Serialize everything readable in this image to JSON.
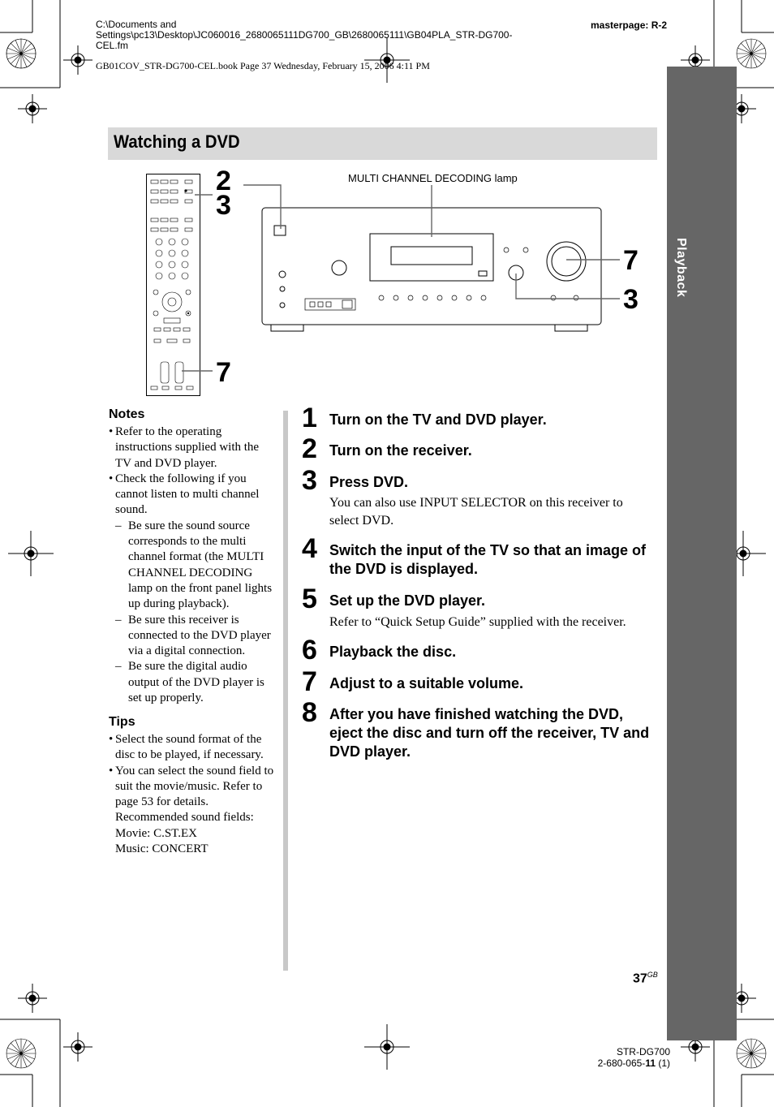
{
  "header": {
    "path": "C:\\Documents and\nSettings\\pc13\\Desktop\\JC060016_2680065111DG700_GB\\2680065111\\GB04PLA_STR-DG700-\nCEL.fm",
    "masterpage": "masterpage: R-2",
    "book_line": "GB01COV_STR-DG700-CEL.book  Page 37  Wednesday, February 15, 2006  4:11 PM"
  },
  "side_tab": {
    "label": "Playback"
  },
  "section_title": "Watching a DVD",
  "figure": {
    "callouts": {
      "remote_top_a": "2",
      "remote_top_b": "3",
      "remote_bottom": "7",
      "receiver_right_a": "7",
      "receiver_right_b": "3"
    },
    "multi_channel_lamp_label": "MULTI CHANNEL DECODING lamp"
  },
  "notes": {
    "heading": "Notes",
    "items": [
      {
        "kind": "bullet",
        "text": "Refer to the operating instructions supplied with the TV and DVD player."
      },
      {
        "kind": "bullet",
        "text": "Check the following if you cannot listen to multi channel sound."
      },
      {
        "kind": "dash",
        "text": "Be sure the sound source corresponds to the multi channel format (the MULTI CHANNEL DECODING lamp on the front panel lights up during playback)."
      },
      {
        "kind": "dash",
        "text": "Be sure this receiver is connected to the DVD player via a digital connection."
      },
      {
        "kind": "dash",
        "text": "Be sure the digital audio output of the DVD player is set up properly."
      }
    ]
  },
  "tips": {
    "heading": "Tips",
    "items": [
      {
        "kind": "bullet",
        "text": "Select the sound format of the disc to be played, if necessary."
      },
      {
        "kind": "bullet",
        "text": "You can select the sound field to suit the movie/music. Refer to page 53 for details."
      },
      {
        "kind": "plain",
        "text": "Recommended sound fields:"
      },
      {
        "kind": "plain",
        "text": "Movie: C.ST.EX"
      },
      {
        "kind": "plain",
        "text": "Music: CONCERT"
      }
    ]
  },
  "steps": [
    {
      "num": "1",
      "text": "Turn on the TV and DVD player.",
      "desc": ""
    },
    {
      "num": "2",
      "text": "Turn on the receiver.",
      "desc": ""
    },
    {
      "num": "3",
      "text": "Press DVD.",
      "desc": "You can also use INPUT SELECTOR on this receiver to select DVD."
    },
    {
      "num": "4",
      "text": "Switch the input of the TV so that an image of the DVD is displayed.",
      "desc": ""
    },
    {
      "num": "5",
      "text": "Set up the DVD player.",
      "desc": "Refer to “Quick Setup Guide” supplied with the receiver."
    },
    {
      "num": "6",
      "text": "Playback the disc.",
      "desc": ""
    },
    {
      "num": "7",
      "text": "Adjust to a suitable volume.",
      "desc": ""
    },
    {
      "num": "8",
      "text": "After you have finished watching the DVD, eject the disc and turn off the receiver, TV and DVD player.",
      "desc": ""
    }
  ],
  "footer": {
    "page_number": "37",
    "page_suffix": "GB",
    "model": "STR-DG700",
    "code_prefix": "2-680-065-",
    "code_bold": "11",
    "code_suffix": " (1)"
  }
}
